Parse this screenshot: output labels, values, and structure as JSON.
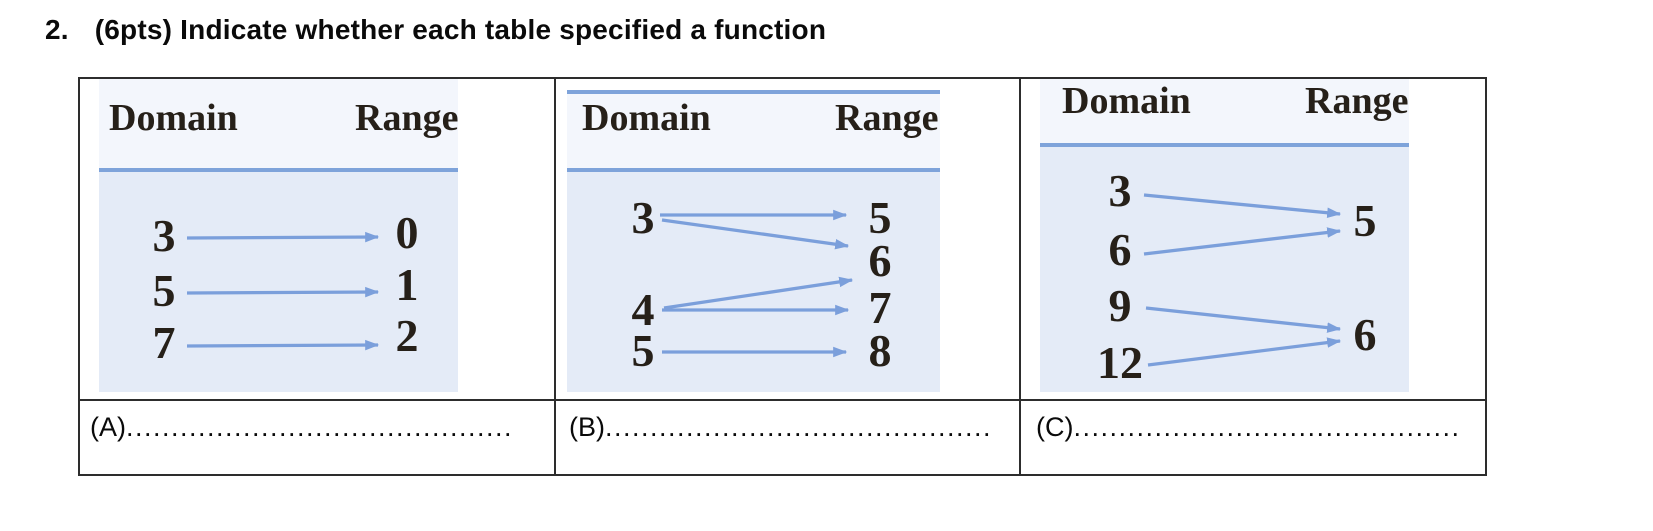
{
  "title": {
    "number": "2.",
    "text": "(6pts) Indicate whether each table specified a function"
  },
  "colors": {
    "arrow": "#7b9fdb",
    "divider": "#7ea3da",
    "panel_header_bg": "#f3f6fc",
    "panel_body_bg": "#e4ebf7",
    "number_text": "#262019",
    "table_border": "#2d2d2d"
  },
  "panels": [
    {
      "label": "A",
      "answer_prefix": "(A)",
      "dots": "...........................................",
      "domain_header": "Domain",
      "range_header": "Range",
      "domain": [
        "3",
        "5",
        "7"
      ],
      "range": [
        "0",
        "1",
        "2"
      ],
      "mappings": [
        [
          0,
          0
        ],
        [
          1,
          1
        ],
        [
          2,
          2
        ]
      ]
    },
    {
      "label": "B",
      "answer_prefix": "(B)",
      "dots": "...........................................",
      "domain_header": "Domain",
      "range_header": "Range",
      "domain": [
        "3",
        "4",
        "5"
      ],
      "range": [
        "5",
        "6",
        "7",
        "8"
      ],
      "mappings": [
        [
          0,
          0
        ],
        [
          0,
          1
        ],
        [
          1,
          1
        ],
        [
          1,
          2
        ],
        [
          2,
          3
        ]
      ]
    },
    {
      "label": "C",
      "answer_prefix": "(C)",
      "dots": "...........................................",
      "domain_header": "Domain",
      "range_header": "Range",
      "domain": [
        "3",
        "6",
        "9",
        "12"
      ],
      "range": [
        "5",
        "6"
      ],
      "mappings": [
        [
          0,
          0
        ],
        [
          1,
          0
        ],
        [
          2,
          1
        ],
        [
          3,
          1
        ]
      ]
    }
  ]
}
